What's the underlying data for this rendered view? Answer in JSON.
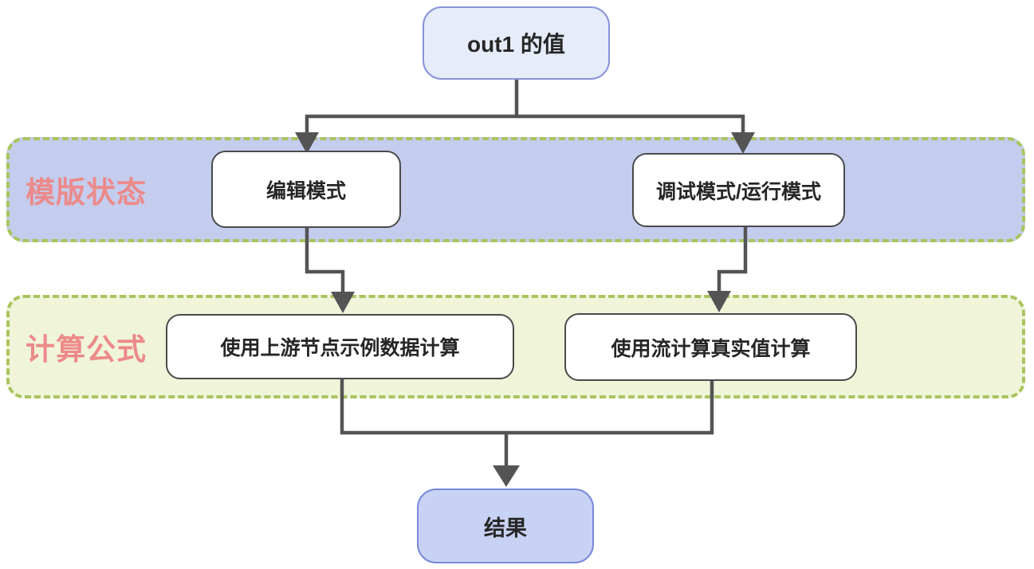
{
  "diagram": {
    "root": {
      "label": "out1 的值"
    },
    "lanes": [
      {
        "label": "模版状态",
        "nodes": [
          {
            "label": "编辑模式"
          },
          {
            "label": "调试模式/运行模式"
          }
        ]
      },
      {
        "label": "计算公式",
        "nodes": [
          {
            "label": "使用上游节点示例数据计算"
          },
          {
            "label": "使用流计算真实值计算"
          }
        ]
      }
    ],
    "result": {
      "label": "结果"
    },
    "colors": {
      "lane1_fill": "#c4cdee",
      "lane2_fill": "#f0f5da",
      "lane_border": "#a9c45f",
      "lane_label": "#ec8a8a",
      "node_fill": "#ffffff",
      "node_border": "#4a4a4a",
      "root_fill": "#e7ecfa",
      "root_border": "#8792da",
      "result_fill": "#c8d2f4",
      "result_border": "#7888dc",
      "arrow": "#545454",
      "text": "#262626"
    }
  }
}
